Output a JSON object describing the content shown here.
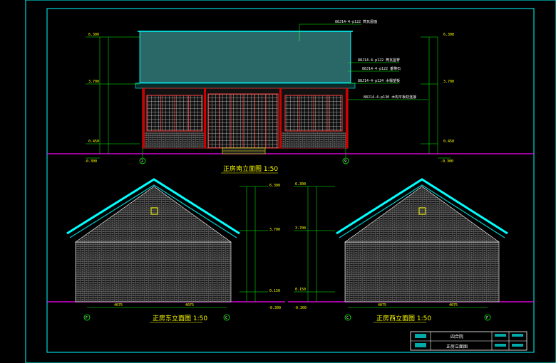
{
  "south": {
    "title": "正房南立面图 1:50",
    "axis_left": "2",
    "axis_right": "9",
    "levels": [
      "6.300",
      "3.700",
      "0.450",
      "-0.300"
    ],
    "callouts": [
      "88J14-4-p122 筒瓦屋面",
      "88J14-4-p122 筒瓦屋脊",
      "88J14-4-p122 垂带石",
      "88J14-4-p124 木椽望板",
      "88J14-4-p130 木构平板枋连接"
    ]
  },
  "east": {
    "title": "正房东立面图 1:50",
    "axis_left": "F",
    "axis_right": "C",
    "dims": [
      "4075"
    ],
    "levels": [
      "6.300",
      "3.700",
      "0.150",
      "-0.300"
    ]
  },
  "west": {
    "title": "正房西立面图 1:50",
    "axis_left": "C",
    "axis_right": "F",
    "dims": [
      "4075"
    ],
    "levels": [
      "6.300",
      "3.700",
      "0.150",
      "-0.300"
    ]
  },
  "title_block": {
    "project": "四合院",
    "sheet": "正房立面图"
  }
}
